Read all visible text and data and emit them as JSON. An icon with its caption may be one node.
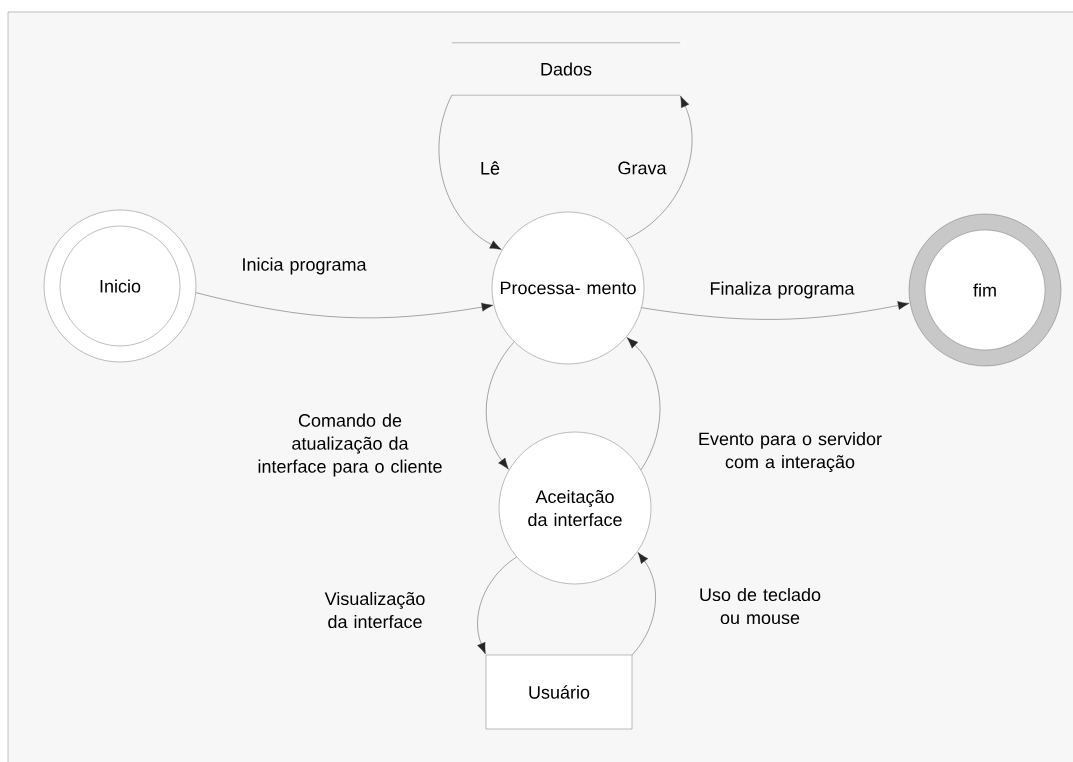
{
  "diagram": {
    "nodes": [
      {
        "text": [
          "Dados"
        ]
      },
      {
        "text": [
          "Inicio"
        ]
      },
      {
        "text": [
          "Processa- mento"
        ]
      },
      {
        "text": [
          "fim"
        ]
      },
      {
        "text": [
          "Aceitação da interface"
        ]
      },
      {
        "text": [
          "Usuário"
        ]
      }
    ],
    "edges": [
      {
        "from": 0,
        "to": 2,
        "arrow": "to",
        "label": "Lê"
      },
      {
        "from": 2,
        "to": 0,
        "arrow": "to",
        "label": "Grava"
      },
      {
        "from": 1,
        "to": 2,
        "arrow": "to",
        "label": "Inicia programa"
      },
      {
        "from": 2,
        "to": 3,
        "arrow": "to",
        "label": "Finaliza programa"
      },
      {
        "from": 2,
        "to": 4,
        "arrow": "to",
        "label": "Comando de atualização da interface para o cliente"
      },
      {
        "from": 4,
        "to": 2,
        "arrow": "to",
        "label": "Evento para o servidor com a interação"
      },
      {
        "from": 4,
        "to": 5,
        "arrow": "to",
        "label": "Visualização da interface"
      },
      {
        "from": 5,
        "to": 4,
        "arrow": "to",
        "label": "Uso de teclado ou mouse"
      }
    ]
  }
}
